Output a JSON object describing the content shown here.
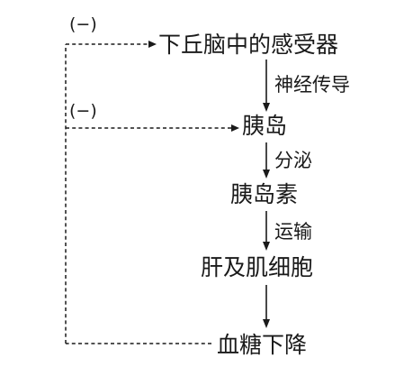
{
  "nodes": {
    "hypothalamus_receptor": "下丘脑中的感受器",
    "islet": "胰岛",
    "insulin": "胰岛素",
    "liver_muscle": "肝及肌细胞",
    "blood_sugar_down": "血糖下降"
  },
  "edges": {
    "neural_conduction": "神经传导",
    "secretion": "分泌",
    "transport": "运输"
  },
  "feedback": {
    "sign_top": "(−)",
    "sign_middle": "(−)"
  }
}
